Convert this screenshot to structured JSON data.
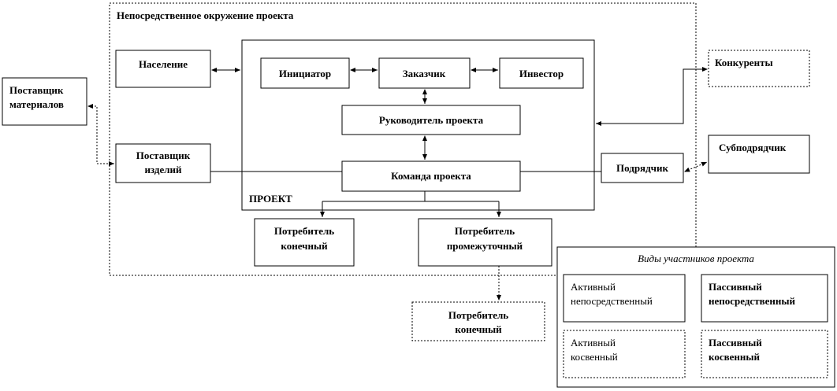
{
  "environment_title": "Непосредственное окружение проекта",
  "project_label": "ПРОЕКТ",
  "nodes": {
    "naselenie": "Население",
    "iniciator": "Инициатор",
    "zakazchik": "Заказчик",
    "investor": "Инвестор",
    "rukovoditel": "Руководитель проекта",
    "komanda": "Команда проекта",
    "postavshik_izdeliy": [
      "Поставщик",
      "изделий"
    ],
    "postavshik_materialov": [
      "Поставщик",
      "материалов"
    ],
    "konkurenty": "Конкуренты",
    "subpodryadchik": "Субподрядчик",
    "podryadchik": "Подрядчик",
    "potrebitel_konechny": [
      "Потребитель",
      "конечный"
    ],
    "potrebitel_promezhutochny": [
      "Потребитель",
      "промежуточный"
    ],
    "potrebitel_konechny_outer": [
      "Потребитель",
      "конечный"
    ]
  },
  "legend": {
    "title": "Виды участников проекта",
    "items": [
      [
        "Активный",
        "непосредственный"
      ],
      [
        "Пассивный",
        "непосредственный"
      ],
      [
        "Активный",
        "косвенный"
      ],
      [
        "Пассивный",
        "косвенный"
      ]
    ]
  }
}
